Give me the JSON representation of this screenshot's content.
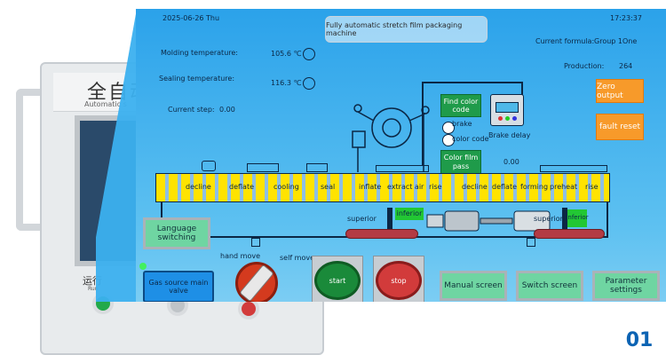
{
  "cabinet": {
    "title": "全自动",
    "subtitle": "Automatic s",
    "run_label": "运行",
    "run_sub": "Run",
    "colors": {
      "run_button": "#22a94a",
      "stop_button": "#d23b3b"
    }
  },
  "header": {
    "date": "2025-06-26 Thu",
    "title": "Fully automatic stretch film packaging machine",
    "time": "17:23:37"
  },
  "status": {
    "molding_label": "Molding temperature:",
    "molding_value": "105.6 ℃",
    "sealing_label": "Sealing temperature:",
    "sealing_value": "116.3 ℃",
    "step_label": "Current step:",
    "step_value": "0.00",
    "formula_label": "Current formula:",
    "formula_value": "Group 1One",
    "production_label": "Production:",
    "production_value": "264"
  },
  "buttons": {
    "zero_output": "Zero output",
    "fault_reset": "fault reset",
    "find_color_code": "Find color code",
    "color_film_pass": "Color film pass",
    "language_switching": "Language switching",
    "gas_source": "Gas source main valve",
    "start": "start",
    "stop": "stop",
    "manual_screen": "Manual screen",
    "switch_screen": "Switch screen",
    "parameter_settings": "Parameter settings"
  },
  "indicators": {
    "brake": "brake",
    "color_code": "color code",
    "brake_delay": "Brake delay",
    "pass_value": "0.00"
  },
  "stages": [
    "decline",
    "deflate",
    "cooling",
    "seal",
    "inflate",
    "extract air",
    "rise",
    "decline",
    "deflate",
    "forming",
    "preheat",
    "rise"
  ],
  "rollers": {
    "superior_left": "superior",
    "inferior_left": "inferior",
    "superior_right": "superior",
    "inferior_right": "inferior"
  },
  "knob": {
    "left": "hand move",
    "right": "self move"
  },
  "page_number": "01",
  "colors": {
    "panel": "#3ab0ee",
    "accent_orange": "#f79a2a",
    "accent_green": "#1f9b4a",
    "belt": "#ffe300"
  }
}
